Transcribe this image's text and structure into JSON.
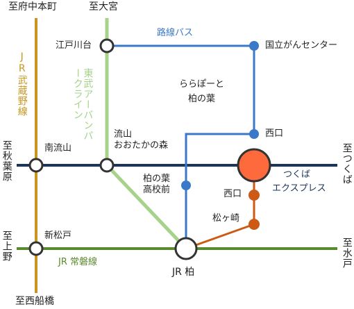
{
  "colors": {
    "jr_musashino": "#c8961e",
    "tobu_urban_park": "#a6d28a",
    "tsukuba_express": "#1d3557",
    "jr_joban": "#5a8a2e",
    "route_bus": "#3a78c8",
    "tx_branch": "#cc5a14",
    "tx_hub": "#ff6a3c",
    "station_fill": "#ffffff",
    "station_stroke": "#333333"
  },
  "lines": {
    "musashino": "JR武蔵野線",
    "tobu": "東武アーバンパークライン",
    "tx_line1": "つくば",
    "tx_line2": "エクスプレス",
    "joban": "JR 常磐線",
    "bus": "路線バス"
  },
  "directions": {
    "fuchu_honmachi": "至府中本町",
    "omiya": "至大宮",
    "akihabara": "至秋葉原",
    "tsukuba": "至つくば",
    "ueno": "至上野",
    "mito": "至水戸",
    "nishi_funabashi": "至西船橋"
  },
  "stations": {
    "edogawadai": "江戸川台",
    "national_cancer_center": "国立がんセンター",
    "lalaport": "ららぽーと\n柏の葉",
    "nishiguchi_bus": "西口",
    "minami_nagareyama": "南流山",
    "nagareyama_otakanomori": "流山\nおおたかの森",
    "kashiwanoha_hs": "柏の葉\n高校前",
    "kashiwanoha_campus_nishiguchi": "西口",
    "matsugasaki": "松ヶ崎",
    "shin_matsudo": "新松戸",
    "jr_kashiwa": "JR 柏"
  }
}
